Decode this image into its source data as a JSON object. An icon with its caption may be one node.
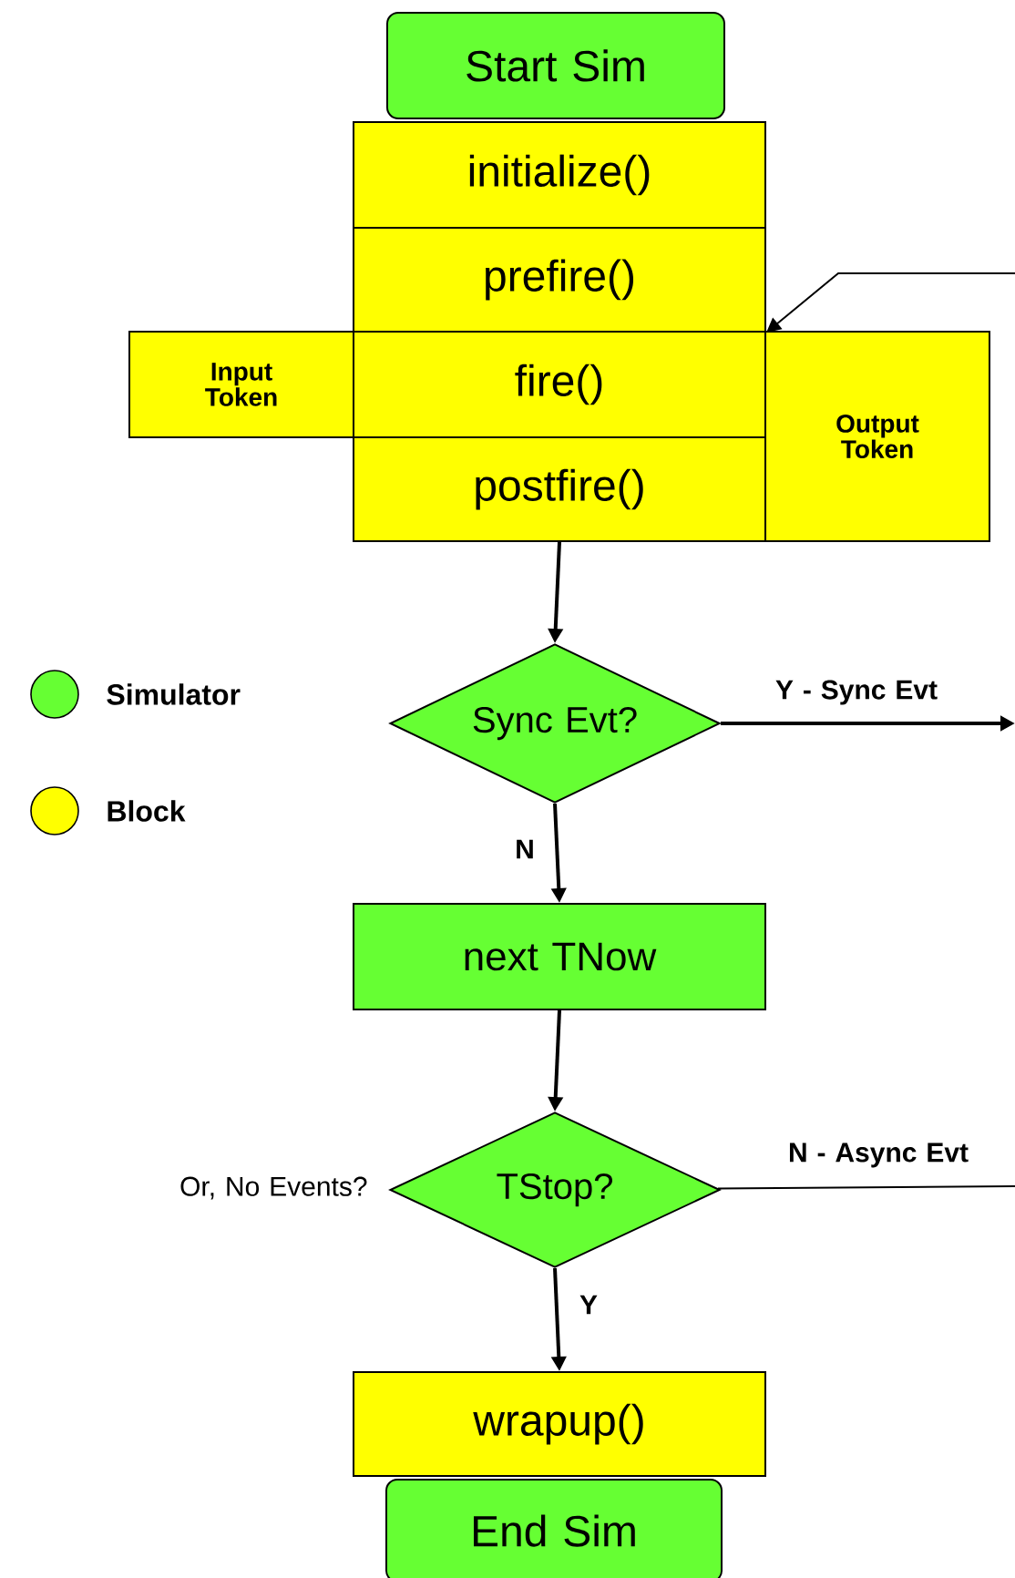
{
  "diagram": {
    "nodes": [
      {
        "text": [
          "Start Sim"
        ]
      },
      {
        "text": [
          "initialize()"
        ]
      },
      {
        "text": [
          "prefire()"
        ]
      },
      {
        "text": [
          "Input Token"
        ]
      },
      {
        "text": [
          "fire()"
        ]
      },
      {
        "text": [
          "Output Token"
        ]
      },
      {
        "text": [
          "postfire()"
        ]
      },
      {
        "text": [
          "Sync Evt?"
        ]
      },
      {
        "text": [
          "next TNow"
        ]
      },
      {
        "text": [
          "TStop?"
        ],
        "beside": [
          "Or, No Events?"
        ]
      },
      {
        "text": [
          "wrapup()"
        ]
      },
      {
        "text": [
          "End Sim"
        ]
      }
    ],
    "edges": [
      {
        "from": 6,
        "to": 7,
        "arrow": "to"
      },
      {
        "from": 7,
        "to": null,
        "arrow": "to",
        "label": "Y - Sync Evt"
      },
      {
        "from": 7,
        "to": 8,
        "arrow": "to",
        "label": "N"
      },
      {
        "from": 8,
        "to": 9,
        "arrow": "to"
      },
      {
        "from": 9,
        "to": null,
        "arrow": "none",
        "label": "N - Async Evt"
      },
      {
        "from": null,
        "to": 2,
        "arrow": "to"
      },
      {
        "from": 9,
        "to": 10,
        "arrow": "to",
        "label": "Y"
      }
    ],
    "legend": [
      {
        "text": "Simulator",
        "color": "#66ff33"
      },
      {
        "text": "Block",
        "color": "#ffff00"
      }
    ]
  }
}
